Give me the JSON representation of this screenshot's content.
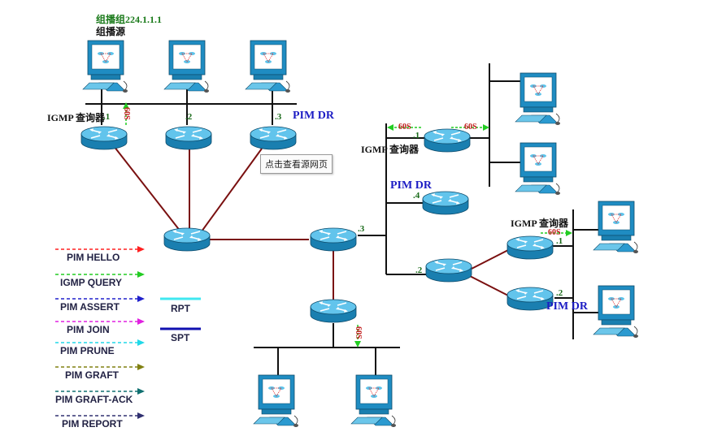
{
  "labels": {
    "group_address": "组播组224.1.1.1",
    "source": "组播源",
    "igmp_querier_top": "IGMP 查询器",
    "igmp_querier_mid": "IGMP 查询器",
    "igmp_querier_right": "IGMP 查询器",
    "pim_dr_top": "PIM DR",
    "pim_dr_mid": "PIM DR",
    "pim_dr_bottom": "PIM DR"
  },
  "interfaces": {
    "top_r1": ".1",
    "top_r2": ".2",
    "top_r3": ".3",
    "core_right": ".3",
    "right_r1": ".1",
    "right_r4": ".4",
    "right_r2": ".2",
    "sub_r1": ".1",
    "sub_r2": ".2"
  },
  "timers": {
    "top": "60S",
    "mid_left": "60S",
    "mid_right": "60S",
    "sub": "60S",
    "bottom": "60S"
  },
  "tooltip": "点击查看源网页",
  "legend": {
    "items": [
      {
        "label": "PIM HELLO",
        "color": "#ff2020"
      },
      {
        "label": "IGMP QUERY",
        "color": "#22cc22"
      },
      {
        "label": "PIM ASSERT",
        "color": "#2020cc"
      },
      {
        "label": "PIM JOIN",
        "color": "#e020e0"
      },
      {
        "label": "PIM PRUNE",
        "color": "#20d8e8"
      },
      {
        "label": "PIM GRAFT",
        "color": "#808010"
      },
      {
        "label": "PIM GRAFT-ACK",
        "color": "#107070"
      },
      {
        "label": "PIM REPORT",
        "color": "#303070"
      }
    ],
    "trees": [
      {
        "label": "RPT",
        "color": "#40e8f0"
      },
      {
        "label": "SPT",
        "color": "#1010b0"
      }
    ]
  },
  "colors": {
    "router_body": "#1d8fc4",
    "router_top": "#5cc3ea",
    "lan_line": "#111111",
    "link_line": "#7a1010"
  }
}
